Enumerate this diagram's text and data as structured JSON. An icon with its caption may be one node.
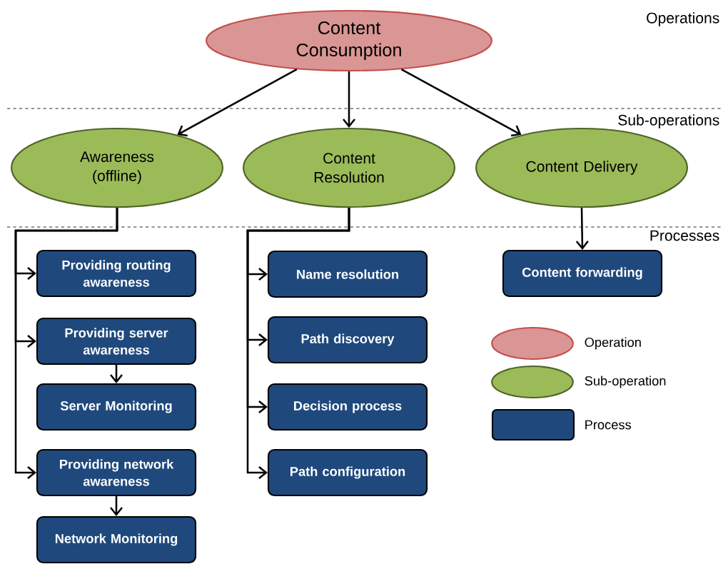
{
  "diagram": {
    "nodes": [
      {
        "text": [
          "Content Consumption"
        ]
      },
      {
        "text": [
          "Awareness (offline)"
        ]
      },
      {
        "text": [
          "Content Resolution"
        ]
      },
      {
        "text": [
          "Content Delivery"
        ]
      },
      {
        "text": [
          "Providing routing awareness"
        ]
      },
      {
        "text": [
          "Providing server awareness"
        ]
      },
      {
        "text": [
          "Server Monitoring"
        ]
      },
      {
        "text": [
          "Providing network awareness"
        ]
      },
      {
        "text": [
          "Network Monitoring"
        ]
      },
      {
        "text": [
          "Name resolution"
        ]
      },
      {
        "text": [
          "Path discovery"
        ]
      },
      {
        "text": [
          "Decision process"
        ]
      },
      {
        "text": [
          "Path configuration"
        ]
      },
      {
        "text": [
          "Content forwarding"
        ]
      }
    ],
    "edges": [
      {
        "from": 0,
        "to": 1,
        "arrow": "to"
      },
      {
        "from": 0,
        "to": 2,
        "arrow": "to"
      },
      {
        "from": 0,
        "to": 3,
        "arrow": "to"
      },
      {
        "from": 1,
        "to": 4,
        "arrow": "to"
      },
      {
        "from": 1,
        "to": 5,
        "arrow": "to"
      },
      {
        "from": 1,
        "to": 7,
        "arrow": "to"
      },
      {
        "from": 5,
        "to": 6,
        "arrow": "to"
      },
      {
        "from": 7,
        "to": 8,
        "arrow": "to"
      },
      {
        "from": 2,
        "to": 9,
        "arrow": "to"
      },
      {
        "from": 2,
        "to": 10,
        "arrow": "to"
      },
      {
        "from": 2,
        "to": 11,
        "arrow": "to"
      },
      {
        "from": 2,
        "to": 12,
        "arrow": "to"
      },
      {
        "from": 3,
        "to": 13,
        "arrow": "to"
      }
    ],
    "labels": [
      "Operations",
      "Sub-operations",
      "Processes"
    ],
    "legend": [
      {
        "text": "Operation",
        "color": "#d99694"
      },
      {
        "text": "Sub-operation",
        "color": "#9bbb59"
      },
      {
        "text": "Process",
        "color": "#1f497d"
      }
    ]
  }
}
